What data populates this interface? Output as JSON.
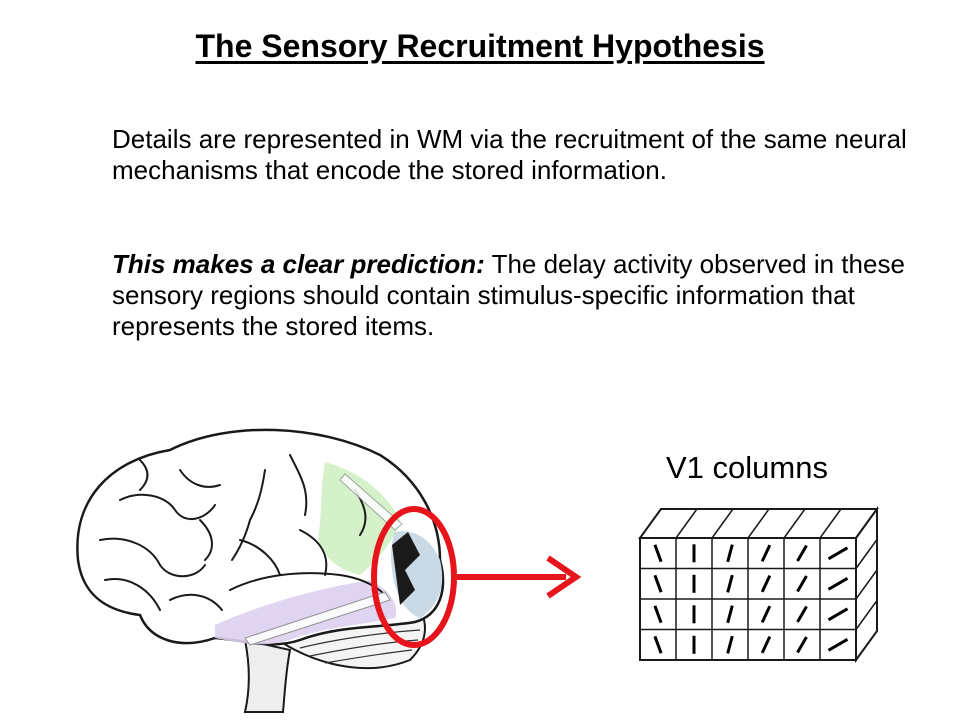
{
  "slide": {
    "title": "The Sensory Recruitment Hypothesis",
    "paragraph1": "Details are represented in WM via the recruitment of the same neural mechanisms that encode the stored information.",
    "paragraph2_lead": "This makes a clear prediction:",
    "paragraph2_rest": " The delay activity observed in these sensory regions should contain stimulus-specific information that represents the stored items."
  },
  "figure": {
    "v1_label": "V1 columns",
    "colors": {
      "frontal_green": "#cdeec0",
      "temporal_purple": "#ddd0f0",
      "occipital_blue": "#c9d9e6",
      "highlight_red": "#e8141b",
      "outline": "#1a1a1a"
    },
    "column_grid": {
      "rows": 4,
      "cols": 6,
      "orientations_deg": [
        -20,
        0,
        15,
        25,
        30,
        60
      ]
    }
  }
}
